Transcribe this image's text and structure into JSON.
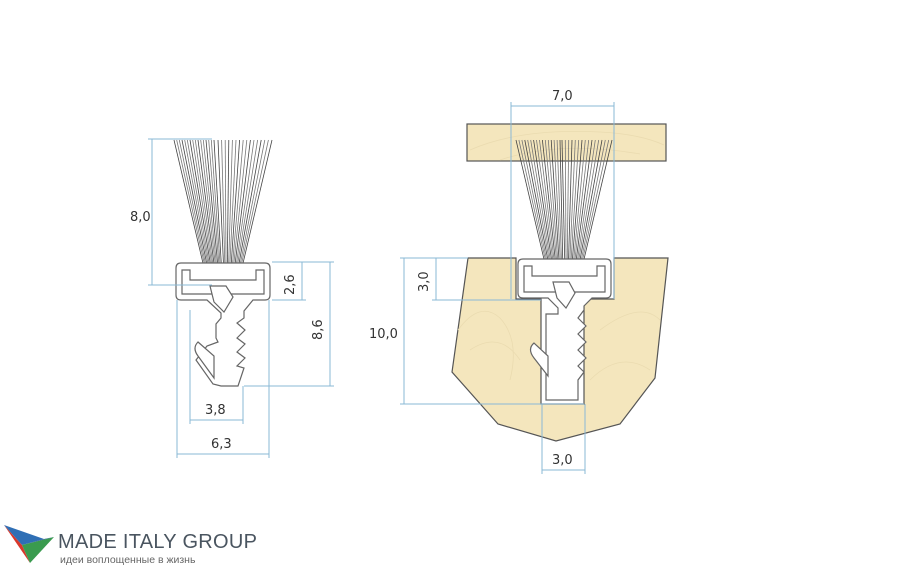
{
  "left_view": {
    "dims": {
      "bristle_height": "8,0",
      "base_height": "2,6",
      "total_height": "8,6",
      "stem_width": "3,8",
      "total_width": "6,3"
    }
  },
  "right_view": {
    "dims": {
      "top_width": "7,0",
      "groove_depth_small": "3,0",
      "groove_depth": "10,0",
      "groove_width": "3,0"
    }
  },
  "brand": {
    "name": "MADE ITALY GROUP",
    "tagline": "идеи воплощенные в жизнь",
    "colors": {
      "red": "#d9382b",
      "blue": "#2f6fb5",
      "green": "#3a9b4f",
      "text": "#4a5560"
    }
  }
}
